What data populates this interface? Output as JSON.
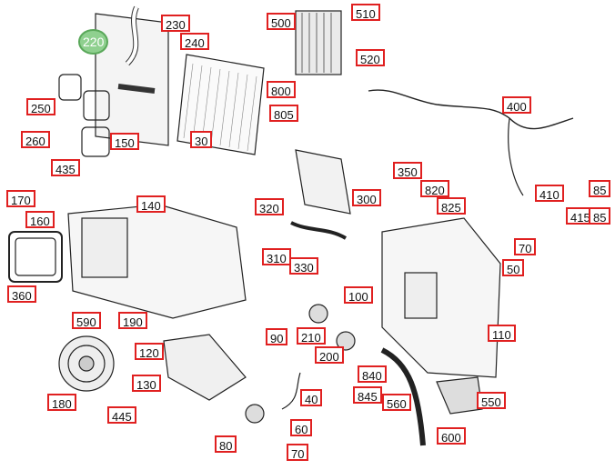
{
  "diagram": {
    "selected_part": "220",
    "accent_color": "#e02020",
    "selected_color": "#8fd08f",
    "parts": [
      {
        "num": "220"
      },
      {
        "num": "230"
      },
      {
        "num": "240"
      },
      {
        "num": "250"
      },
      {
        "num": "260"
      },
      {
        "num": "150"
      },
      {
        "num": "30"
      },
      {
        "num": "500"
      },
      {
        "num": "510"
      },
      {
        "num": "520"
      },
      {
        "num": "800"
      },
      {
        "num": "805"
      },
      {
        "num": "400"
      },
      {
        "num": "435"
      },
      {
        "num": "170"
      },
      {
        "num": "160"
      },
      {
        "num": "140"
      },
      {
        "num": "320"
      },
      {
        "num": "300"
      },
      {
        "num": "350"
      },
      {
        "num": "820"
      },
      {
        "num": "825"
      },
      {
        "num": "410"
      },
      {
        "num": "415"
      },
      {
        "num": "85"
      },
      {
        "num": "85"
      },
      {
        "num": "70"
      },
      {
        "num": "50"
      },
      {
        "num": "360"
      },
      {
        "num": "310"
      },
      {
        "num": "330"
      },
      {
        "num": "100"
      },
      {
        "num": "590"
      },
      {
        "num": "190"
      },
      {
        "num": "90"
      },
      {
        "num": "210"
      },
      {
        "num": "200"
      },
      {
        "num": "110"
      },
      {
        "num": "120"
      },
      {
        "num": "130"
      },
      {
        "num": "180"
      },
      {
        "num": "445"
      },
      {
        "num": "840"
      },
      {
        "num": "845"
      },
      {
        "num": "560"
      },
      {
        "num": "550"
      },
      {
        "num": "40"
      },
      {
        "num": "60"
      },
      {
        "num": "80"
      },
      {
        "num": "70"
      },
      {
        "num": "600"
      }
    ]
  }
}
